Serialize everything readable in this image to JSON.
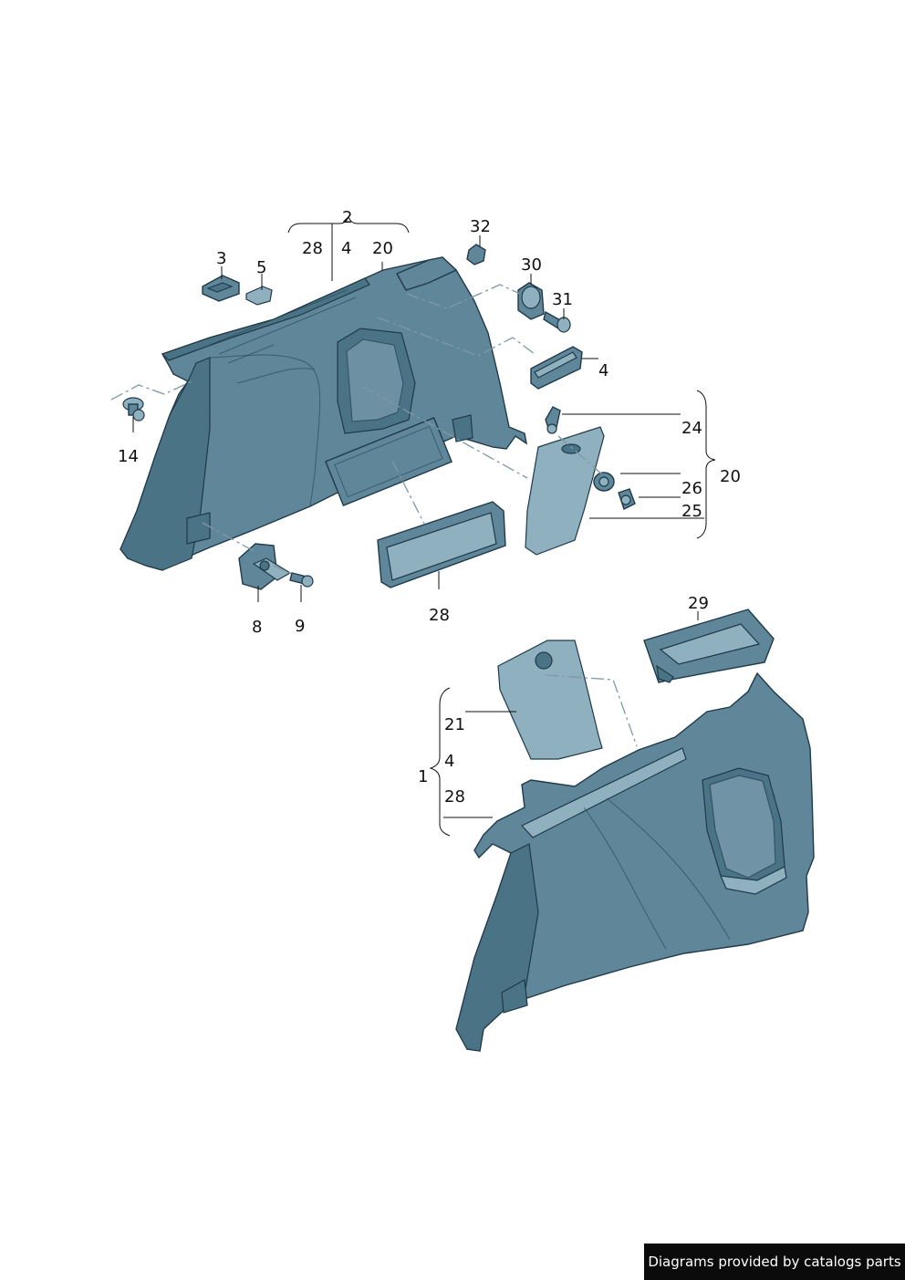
{
  "labels": {
    "l2": "2",
    "l28a": "28",
    "l4a": "4",
    "l20a": "20",
    "l3": "3",
    "l5": "5",
    "l14": "14",
    "l8": "8",
    "l9": "9",
    "l28b": "28",
    "l32": "32",
    "l30": "30",
    "l31": "31",
    "l4b": "4",
    "l24": "24",
    "l20b": "20",
    "l26": "26",
    "l25": "25",
    "l29": "29",
    "l21": "21",
    "l4c": "4",
    "l1": "1",
    "l28c": "28"
  },
  "footer": {
    "text": "Diagrams provided by catalogs parts"
  },
  "colors": {
    "part": "#5f8799",
    "outline": "#1f3a48",
    "footer_bg": "#0b0b0b"
  }
}
